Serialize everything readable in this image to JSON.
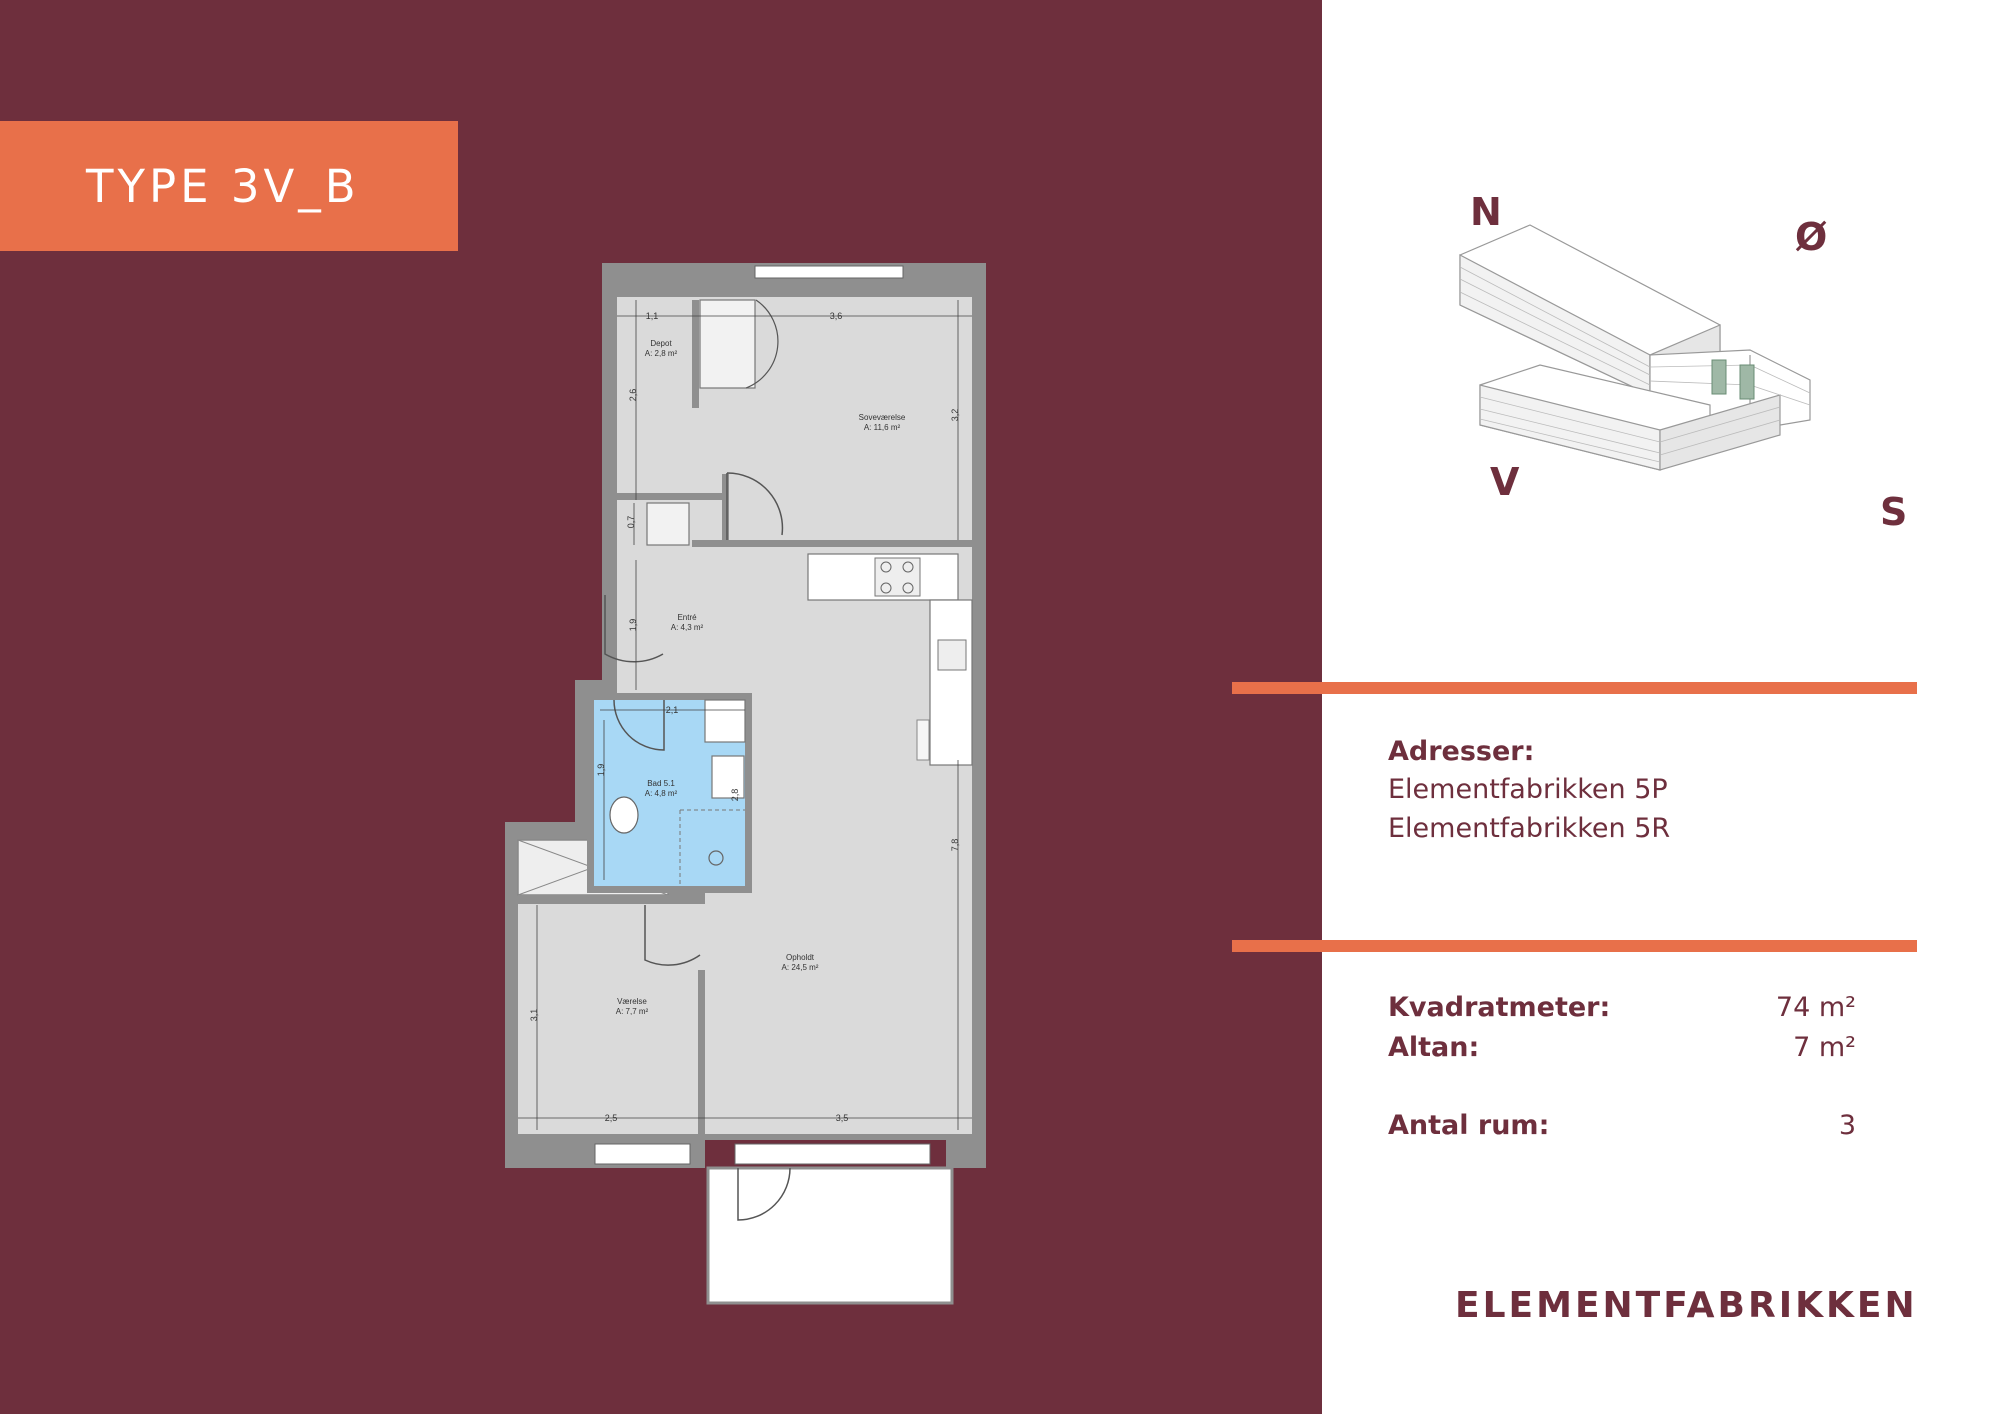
{
  "header": {
    "type_label": "TYPE 3V_B"
  },
  "plan": {
    "rooms": [
      {
        "name": "Depot",
        "area": "A: 2,8 m²"
      },
      {
        "name": "Soveværelse",
        "area": "A: 11,6 m²"
      },
      {
        "name": "Entré",
        "area": "A: 4,3 m²"
      },
      {
        "name": "Bad 5.1",
        "area": "A: 4,8 m²"
      },
      {
        "name": "Opholdt",
        "area": "A: 24,5 m²"
      },
      {
        "name": "Værelse",
        "area": "A: 7,7 m²"
      }
    ],
    "dimensions": [
      "1,1",
      "3,6",
      "2,6",
      "3,2",
      "0,7",
      "1,9",
      "2,1",
      "1,9",
      "2,8",
      "7,8",
      "3,1",
      "2,5",
      "3,5"
    ],
    "colors": {
      "wall": "#8f8f8f",
      "floor": "#dadada",
      "bath": "#a8d8f5",
      "background": "#6e2f3d"
    }
  },
  "compass": {
    "north": "N",
    "east": "Ø",
    "west": "V",
    "south": "S"
  },
  "info": {
    "address_label": "Adresser:",
    "addresses": [
      "Elementfabrikken 5P",
      "Elementfabrikken 5R"
    ],
    "area_label": "Kvadratmeter:",
    "area_value": "74 m²",
    "balcony_label": "Altan:",
    "balcony_value": "7 m²",
    "rooms_label": "Antal rum:",
    "rooms_value": "3"
  },
  "brand": {
    "name": "ELEMENTFABRIKKEN"
  },
  "accent": {
    "orange": "#e8704a",
    "burgundy": "#6e2f3d"
  }
}
